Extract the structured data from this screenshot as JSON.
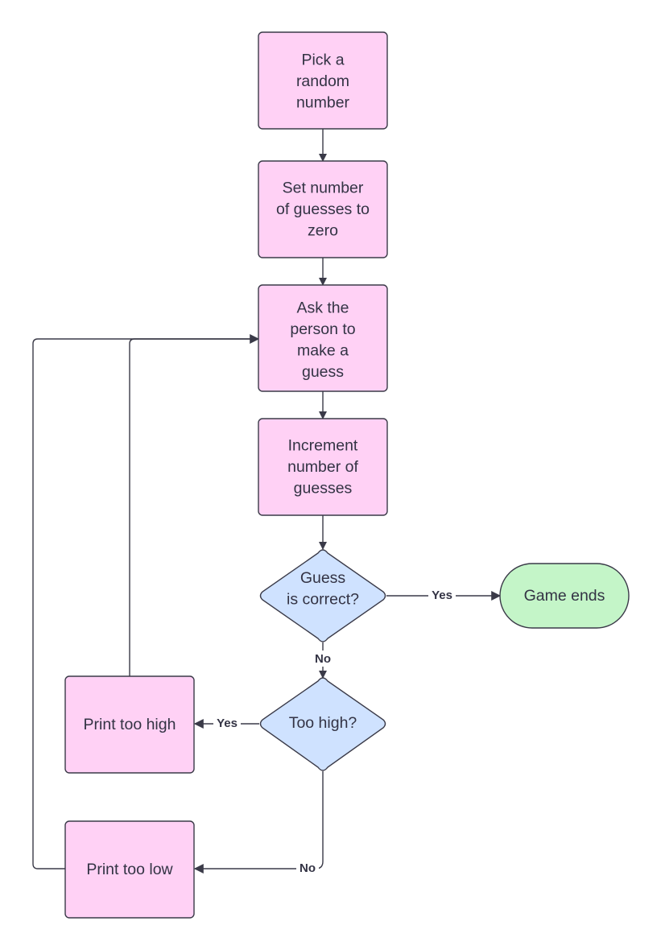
{
  "colors": {
    "process_fill": "#ffd1f5",
    "process_stroke": "#3a3a48",
    "decision_fill": "#cfe2ff",
    "terminal_fill": "#c4f5c8",
    "line": "#3a3a48",
    "text": "#333344"
  },
  "nodes": {
    "pick_random": {
      "lines": [
        "Pick a",
        "random",
        "number"
      ]
    },
    "set_guesses": {
      "lines": [
        "Set number",
        "of guesses to",
        "zero"
      ]
    },
    "ask_guess": {
      "lines": [
        "Ask the",
        "person to",
        "make a",
        "guess"
      ]
    },
    "increment": {
      "lines": [
        "Increment",
        "number of",
        "guesses"
      ]
    },
    "is_correct": {
      "lines": [
        "Guess",
        "is correct?"
      ]
    },
    "game_ends": {
      "lines": [
        "Game ends"
      ]
    },
    "too_high_check": {
      "lines": [
        "Too high?"
      ]
    },
    "print_high": {
      "lines": [
        "Print too high"
      ]
    },
    "print_low": {
      "lines": [
        "Print too low"
      ]
    }
  },
  "edge_labels": {
    "correct_yes": "Yes",
    "correct_no": "No",
    "high_yes": "Yes",
    "high_no": "No"
  }
}
